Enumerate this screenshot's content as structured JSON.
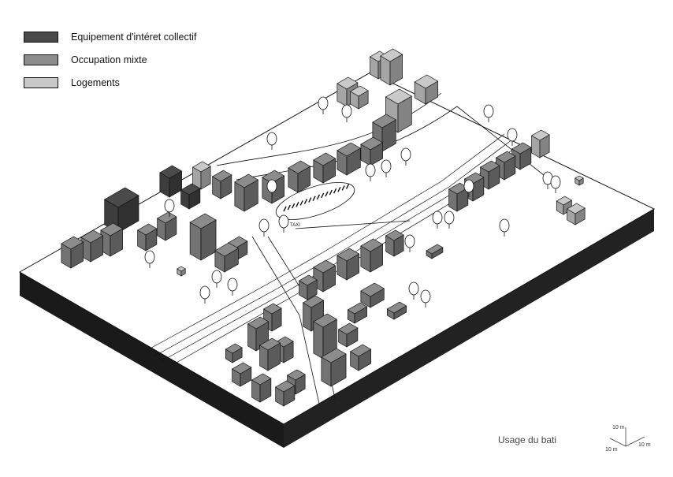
{
  "legend": {
    "items": [
      {
        "label": "Equipement d'intéret collectif",
        "color": "#4a4a4a"
      },
      {
        "label": "Occupation mixte",
        "color": "#8c8c8c"
      },
      {
        "label": "Logements",
        "color": "#c9c9c9"
      }
    ]
  },
  "caption": "Usage du bati",
  "scale": {
    "up": "10 m",
    "left": "10 m",
    "right": "10 m"
  },
  "map_label": "TAXI",
  "colors": {
    "equipement": "#4a4a4a",
    "mixte": "#8c8c8c",
    "logements": "#c9c9c9",
    "ground": "#ffffff",
    "plinth": "#1a1a1a"
  }
}
